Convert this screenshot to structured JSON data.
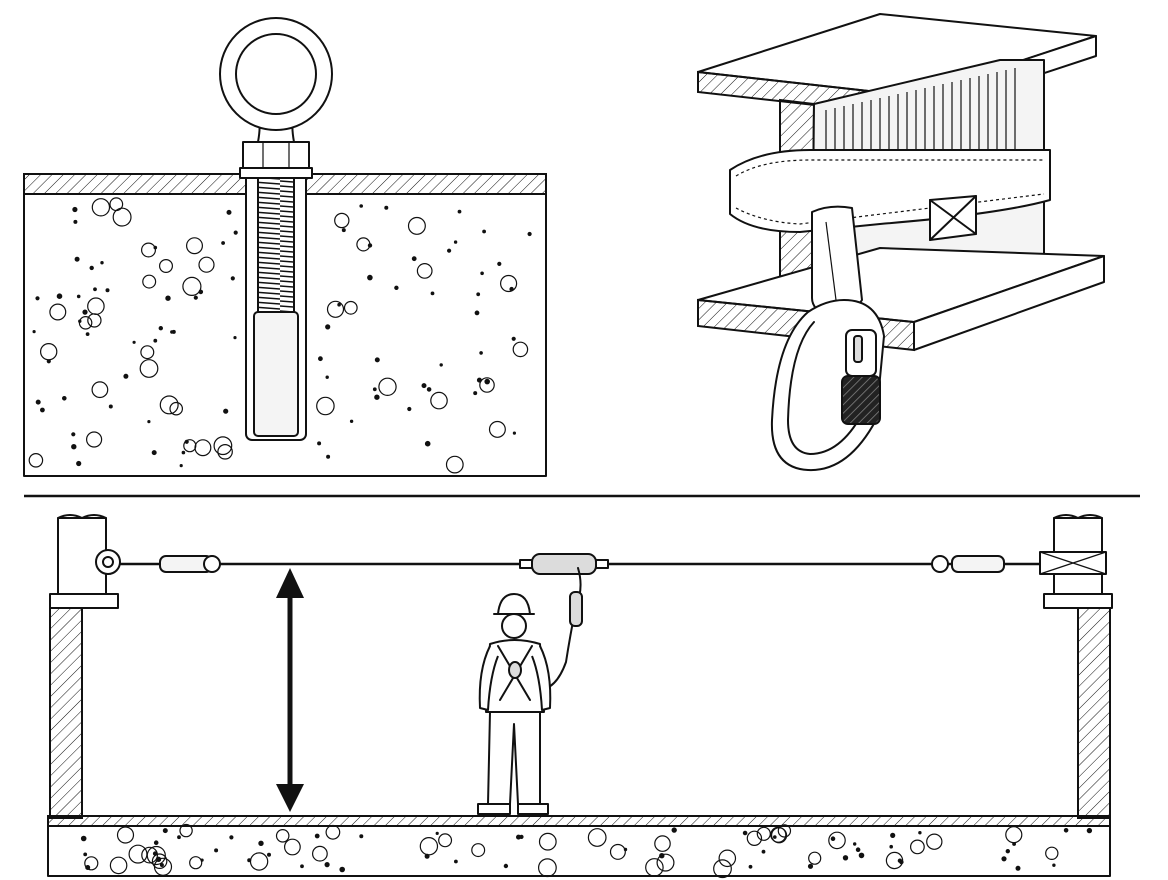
{
  "colors": {
    "ink": "#111111",
    "paper": "#ffffff",
    "light_fill": "#f4f4f4",
    "mid_fill": "#dcdcdc"
  },
  "panels": {
    "top_left": {
      "subject": "eye-bolt-anchor-in-concrete"
    },
    "top_right": {
      "subject": "webbing-sling-on-steel-i-beam-with-locking-carabiner"
    },
    "bottom": {
      "subject": "horizontal-lifeline-between-two-posts-with-worker-and-clearance-arrow"
    }
  },
  "icons": [
    "eye-bolt-icon",
    "carabiner-icon",
    "worker-icon",
    "double-arrow-icon"
  ]
}
